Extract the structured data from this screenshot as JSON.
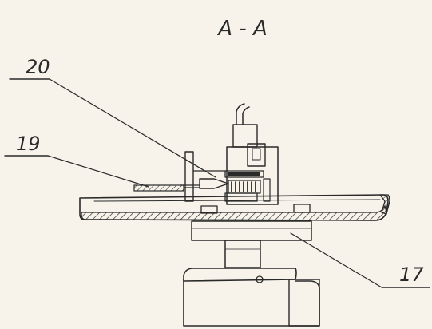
{
  "section_title": "A - A",
  "callouts": [
    {
      "id": "20",
      "text": "20"
    },
    {
      "id": "19",
      "text": "19"
    },
    {
      "id": "17",
      "text": "17"
    }
  ]
}
